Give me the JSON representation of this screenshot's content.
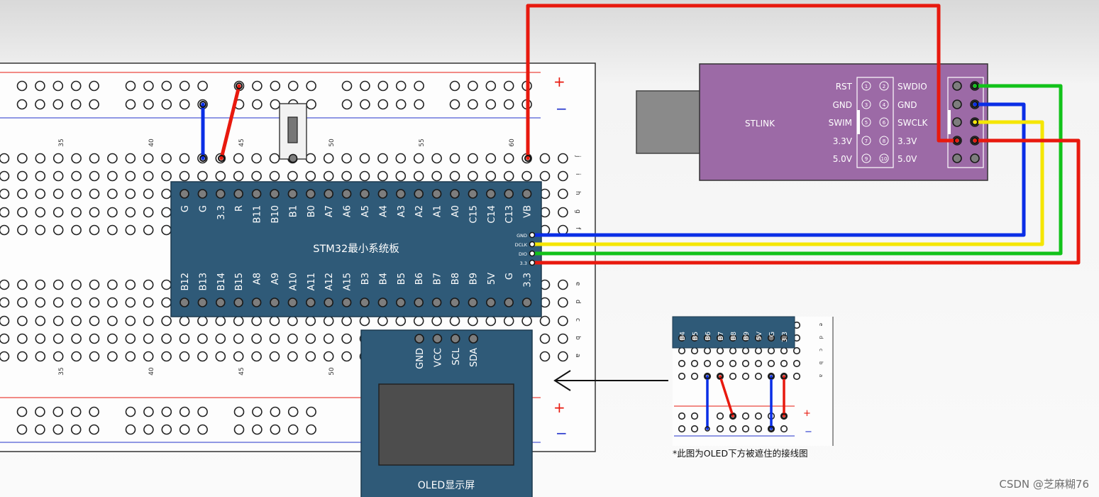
{
  "breadboard": {
    "rail_plus": "+",
    "rail_minus": "−",
    "column_numbers": [
      "35",
      "40",
      "45",
      "50",
      "55",
      "60"
    ],
    "row_letters_top": [
      "j",
      "i",
      "h",
      "g",
      "f"
    ],
    "row_letters_bottom": [
      "e",
      "d",
      "c",
      "b",
      "a"
    ]
  },
  "stm32": {
    "title": "STM32最小系统板",
    "top_pins": [
      "G",
      "G",
      "3.3",
      "R",
      "B11",
      "B10",
      "B1",
      "B0",
      "A7",
      "A6",
      "A5",
      "A4",
      "A3",
      "A2",
      "A1",
      "A0",
      "C15",
      "C14",
      "C13",
      "VB"
    ],
    "bottom_pins": [
      "B12",
      "B13",
      "B14",
      "B15",
      "A8",
      "A9",
      "A10",
      "A11",
      "A12",
      "A15",
      "B3",
      "B4",
      "B5",
      "B6",
      "B7",
      "B8",
      "B9",
      "5V",
      "G",
      "3.3"
    ],
    "debug_pins": [
      "GND",
      "DCLK",
      "DIO",
      "3.3"
    ]
  },
  "stlink": {
    "title": "STLINK",
    "left_labels": [
      "RST",
      "GND",
      "SWIM",
      "3.3V",
      "5.0V"
    ],
    "right_labels": [
      "SWDIO",
      "GND",
      "SWCLK",
      "3.3V",
      "5.0V"
    ],
    "pin_numbers": [
      "1",
      "2",
      "3",
      "4",
      "5",
      "6",
      "7",
      "8",
      "9",
      "10"
    ]
  },
  "oled": {
    "title": "OLED显示屏",
    "pins": [
      "GND",
      "VCC",
      "SCL",
      "SDA"
    ]
  },
  "inset": {
    "pins": [
      "B4",
      "B5",
      "B6",
      "B7",
      "B8",
      "B9",
      "5V",
      "G",
      "3.3"
    ],
    "row_letters": [
      "e",
      "d",
      "c",
      "b",
      "a"
    ],
    "rail_plus": "+",
    "rail_minus": "−",
    "caption": "*此图为OLED下方被遮住的接线图"
  },
  "wire_colors": {
    "red": "#e8190e",
    "blue": "#0a2ee6",
    "green": "#12c21a",
    "yellow": "#f5e600"
  },
  "watermark": "CSDN @芝麻糊76"
}
